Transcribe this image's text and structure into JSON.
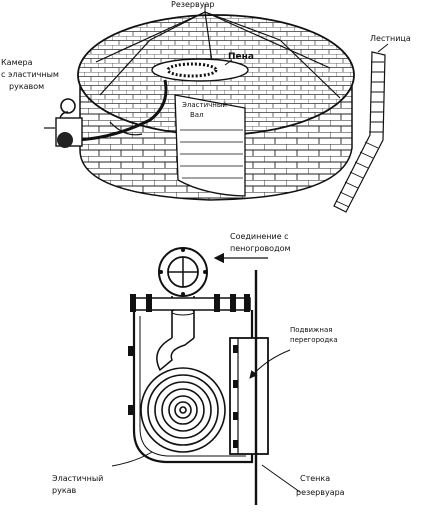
{
  "top_figure": {
    "reservoir": "Резервуар",
    "foam": "Пена",
    "ladder": "Лестница",
    "chamber": [
      "Камера",
      "с эластичным",
      "рукавом"
    ],
    "elastic_dam": [
      "Эластичный",
      "Вал"
    ]
  },
  "bottom_figure": {
    "connection": [
      "Соединение с",
      "пеногроводом"
    ],
    "partition": [
      "Подвижная",
      "перегородка"
    ],
    "hose": [
      "Эластичный",
      "рукав"
    ],
    "wall": [
      "Стенка",
      "резервуара"
    ]
  }
}
